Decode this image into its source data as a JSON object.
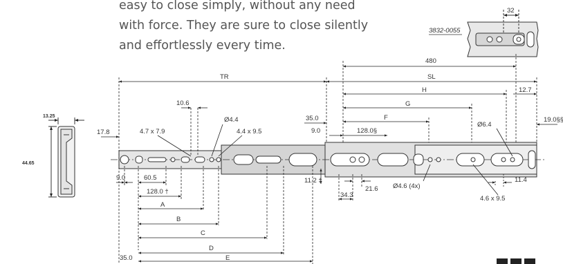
{
  "intro_text": {
    "line1": "easy to close simply, without any need",
    "line2": "with force. They are sure to close silently",
    "line3": "and effortlessly every time."
  },
  "part_number": "3832-0055",
  "section_dims": {
    "height": "44.65",
    "width": "13.25"
  },
  "dims": {
    "d32": "32",
    "d480": "480",
    "TR": "TR",
    "SL": "SL",
    "H": "H",
    "d12_7": "12.7",
    "G": "G",
    "d19_0": "19.0§§",
    "F": "F",
    "phi6_4": "Ø6.4",
    "d35_top": "35.0",
    "d9_0_top": "9.0",
    "d128_0s": "128.0§",
    "d10_6": "10.6",
    "phi4_4": "Ø4.4",
    "d4_7x7_9": "4.7 x 7.9",
    "d4_4x9_5": "4.4 x 9.5",
    "d17_8": "17.8",
    "d9_0_bot": "9.0",
    "d60_5": "60.5",
    "d128_0d": "128.0 †",
    "d11_2": "11.2 ‡",
    "d21_6": "21.6",
    "phi4_6": "Ø4.6 (4x)",
    "d11_4": "11.4",
    "d34_3": "34.3",
    "d4_6x9_5": "4.6 x 9.5",
    "A": "A",
    "B": "B",
    "C": "C",
    "D": "D",
    "E": "E",
    "d35_bot": "35.0"
  },
  "colors": {
    "text": "#555555",
    "line": "#222222",
    "rail": "#d9d9d9",
    "rail_dark": "#bdbdbd"
  }
}
